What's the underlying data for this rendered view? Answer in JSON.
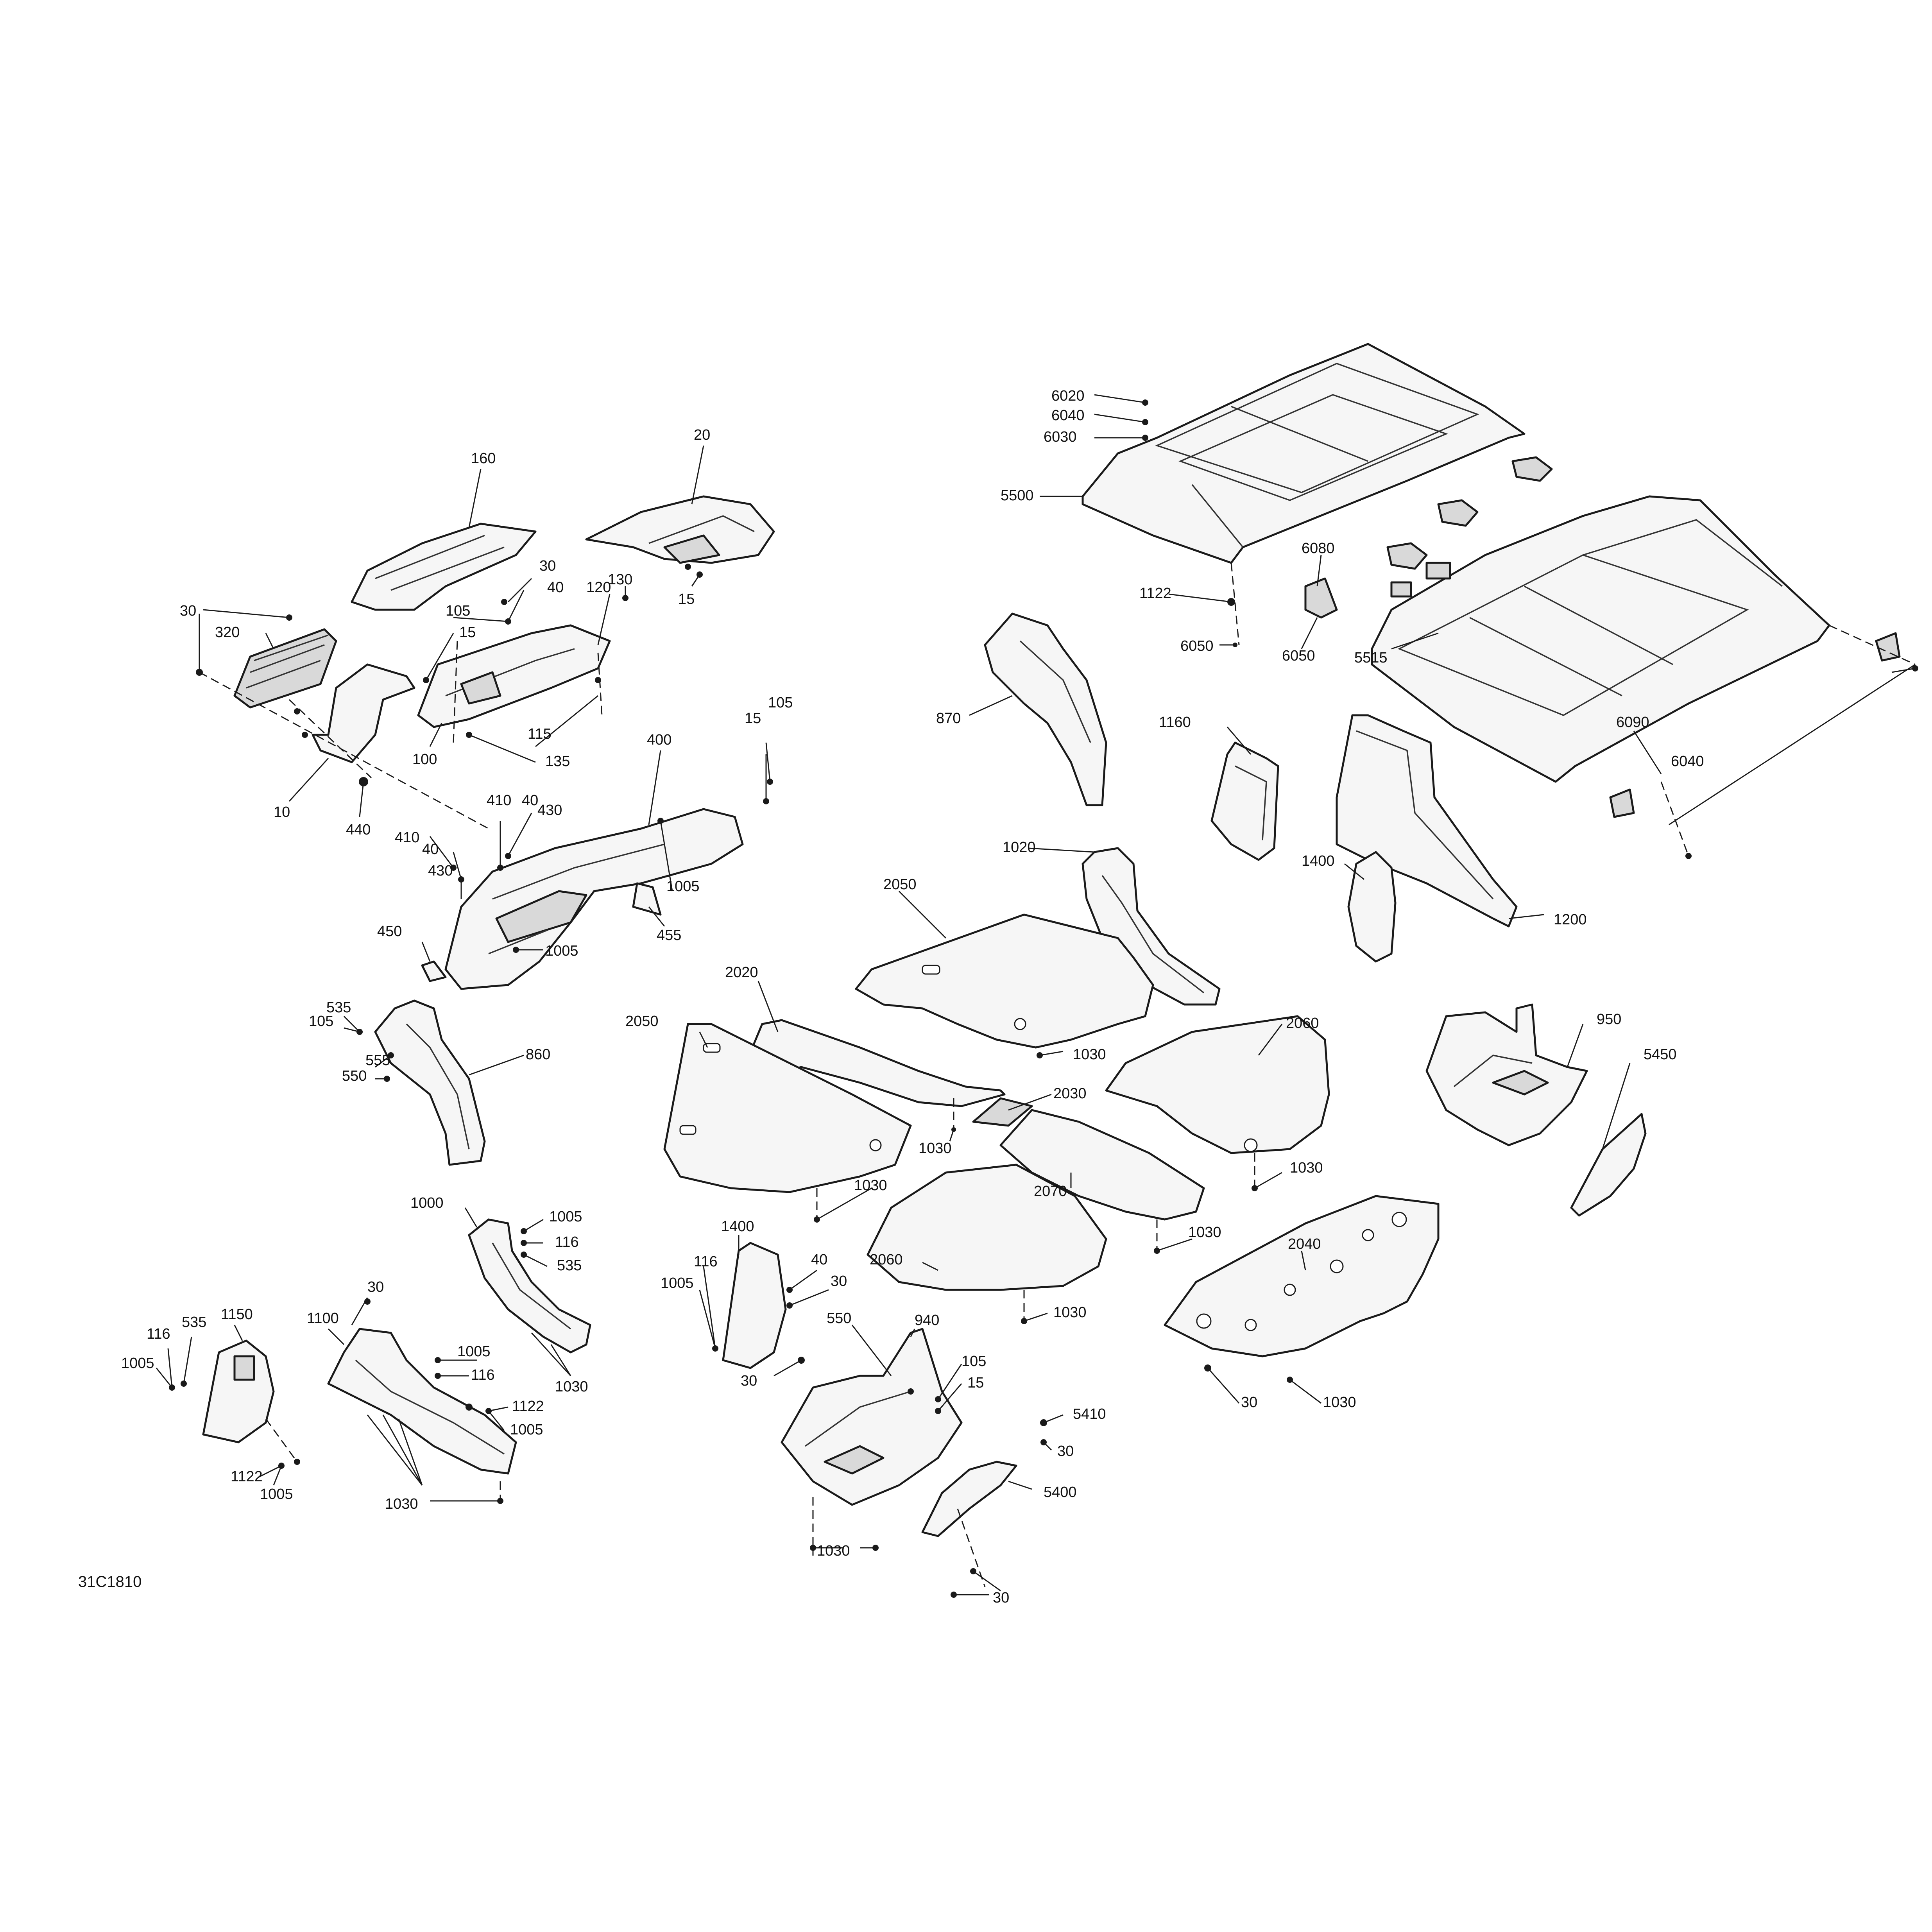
{
  "diagram": {
    "code": "31C1810",
    "labels": {
      "p160": "160",
      "p20": "20",
      "p30a": "30",
      "p320": "320",
      "p30b": "30",
      "p40a": "40",
      "p105a": "105",
      "p15a": "15",
      "p120": "120",
      "p130": "130",
      "p15b": "15",
      "p100": "100",
      "p115": "115",
      "p135": "135",
      "p10": "10",
      "p440": "440",
      "p400": "400",
      "p15c": "15",
      "p105b": "105",
      "p410a": "410",
      "p40b": "40",
      "p430a": "430",
      "p410b": "410",
      "p40c": "40",
      "p430b": "430",
      "p1005a": "1005",
      "p455": "455",
      "p450": "450",
      "p1005b": "1005",
      "p535a": "535",
      "p105c": "105",
      "p555": "555",
      "p550a": "550",
      "p860": "860",
      "p870": "870",
      "p6020": "6020",
      "p6040a": "6040",
      "p6030": "6030",
      "p5500": "5500",
      "p1122a": "1122",
      "p6050a": "6050",
      "p6080": "6080",
      "p6050b": "6050",
      "p5515": "5515",
      "p6090": "6090",
      "p6040b": "6040",
      "p1160": "1160",
      "p1020": "1020",
      "p1400a": "1400",
      "p1200": "1200",
      "p2050a": "2050",
      "p2020": "2020",
      "p2050b": "2050",
      "p1030a": "1030",
      "p2030": "2030",
      "p2060a": "2060",
      "p1030b": "1030",
      "p1030c": "1030",
      "p2070": "2070",
      "p1030d": "1030",
      "p1030e": "1030",
      "p2060b": "2060",
      "p1030f": "1030",
      "p950": "950",
      "p5450": "5450",
      "p2040": "2040",
      "p30c": "30",
      "p1030g": "1030",
      "p1000": "1000",
      "p1005c": "1005",
      "p116a": "116",
      "p535b": "535",
      "p30d": "30",
      "p1100": "1100",
      "p1005d": "1005",
      "p116b": "116",
      "p1122b": "1122",
      "p1005e": "1005",
      "p1030h": "1030",
      "p1030i": "1030",
      "p1150": "1150",
      "p535c": "535",
      "p116c": "116",
      "p1005f": "1005",
      "p1122c": "1122",
      "p1005g": "1005",
      "p1400b": "1400",
      "p116d": "116",
      "p1005h": "1005",
      "p40d": "40",
      "p30e": "30",
      "p550b": "550",
      "p940": "940",
      "p30f": "30",
      "p105d": "105",
      "p15d": "15",
      "p5410": "5410",
      "p30g": "30",
      "p5400": "5400",
      "p1030j": "1030",
      "p30h": "30"
    }
  }
}
